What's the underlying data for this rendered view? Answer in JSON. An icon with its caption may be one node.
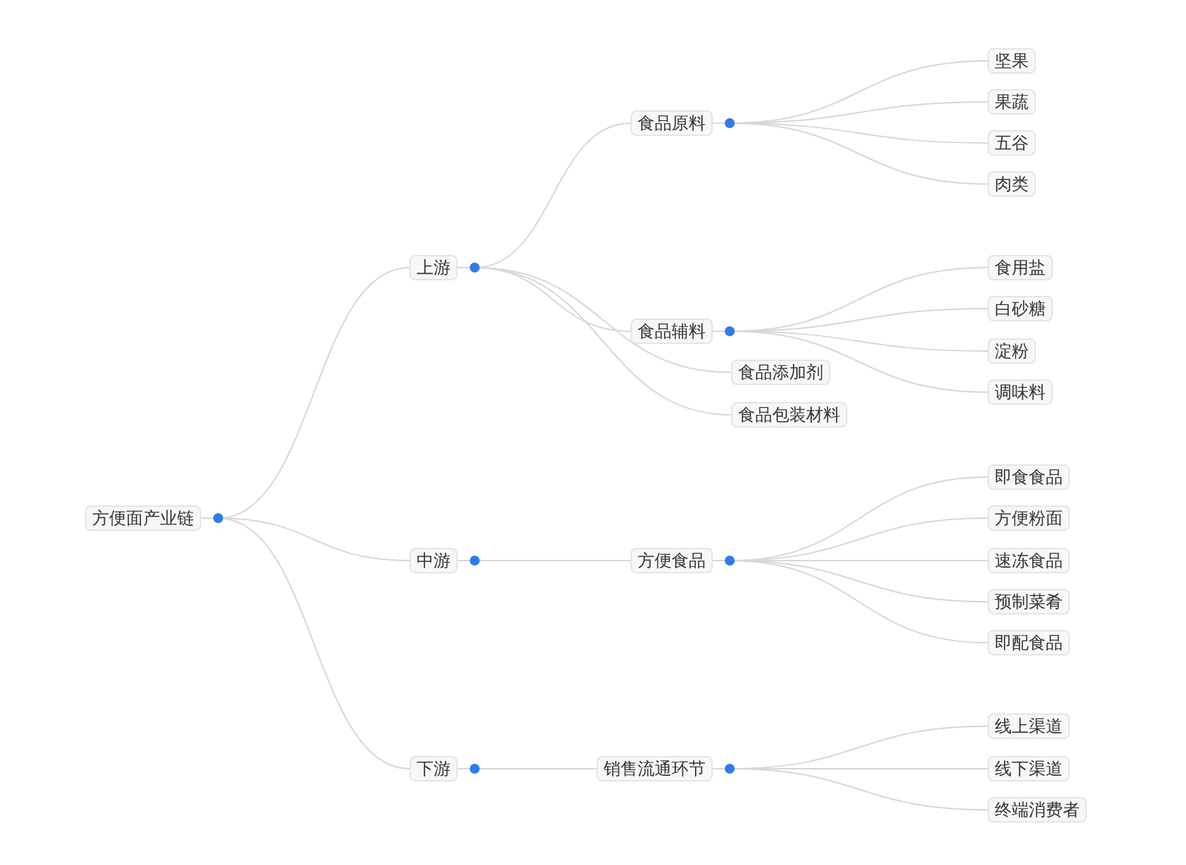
{
  "diagram": {
    "nodes": [
      {
        "text": [
          "方便面产业链"
        ]
      },
      {
        "text": [
          "上游"
        ]
      },
      {
        "text": [
          "食品原料"
        ]
      },
      {
        "text": [
          "坚果"
        ]
      },
      {
        "text": [
          "果蔬"
        ]
      },
      {
        "text": [
          "五谷"
        ]
      },
      {
        "text": [
          "肉类"
        ]
      },
      {
        "text": [
          "食品辅料"
        ]
      },
      {
        "text": [
          "食用盐"
        ]
      },
      {
        "text": [
          "白砂糖"
        ]
      },
      {
        "text": [
          "淀粉"
        ]
      },
      {
        "text": [
          "调味料"
        ]
      },
      {
        "text": [
          "食品添加剂"
        ]
      },
      {
        "text": [
          "食品包装材料"
        ]
      },
      {
        "text": [
          "中游"
        ]
      },
      {
        "text": [
          "方便食品"
        ]
      },
      {
        "text": [
          "即食食品"
        ]
      },
      {
        "text": [
          "方便粉面"
        ]
      },
      {
        "text": [
          "速冻食品"
        ]
      },
      {
        "text": [
          "预制菜肴"
        ]
      },
      {
        "text": [
          "即配食品"
        ]
      },
      {
        "text": [
          "下游"
        ]
      },
      {
        "text": [
          "销售流通环节"
        ]
      },
      {
        "text": [
          "线上渠道"
        ]
      },
      {
        "text": [
          "线下渠道"
        ]
      },
      {
        "text": [
          "终端消费者"
        ]
      }
    ],
    "edges": [
      {
        "from": 0,
        "to": 1,
        "arrow": "none"
      },
      {
        "from": 0,
        "to": 14,
        "arrow": "none"
      },
      {
        "from": 0,
        "to": 21,
        "arrow": "none"
      },
      {
        "from": 1,
        "to": 2,
        "arrow": "none"
      },
      {
        "from": 1,
        "to": 7,
        "arrow": "none"
      },
      {
        "from": 1,
        "to": 12,
        "arrow": "none"
      },
      {
        "from": 1,
        "to": 13,
        "arrow": "none"
      },
      {
        "from": 2,
        "to": 3,
        "arrow": "none"
      },
      {
        "from": 2,
        "to": 4,
        "arrow": "none"
      },
      {
        "from": 2,
        "to": 5,
        "arrow": "none"
      },
      {
        "from": 2,
        "to": 6,
        "arrow": "none"
      },
      {
        "from": 7,
        "to": 8,
        "arrow": "none"
      },
      {
        "from": 7,
        "to": 9,
        "arrow": "none"
      },
      {
        "from": 7,
        "to": 10,
        "arrow": "none"
      },
      {
        "from": 7,
        "to": 11,
        "arrow": "none"
      },
      {
        "from": 14,
        "to": 15,
        "arrow": "none"
      },
      {
        "from": 15,
        "to": 16,
        "arrow": "none"
      },
      {
        "from": 15,
        "to": 17,
        "arrow": "none"
      },
      {
        "from": 15,
        "to": 18,
        "arrow": "none"
      },
      {
        "from": 15,
        "to": 19,
        "arrow": "none"
      },
      {
        "from": 15,
        "to": 20,
        "arrow": "none"
      },
      {
        "from": 21,
        "to": 22,
        "arrow": "none"
      },
      {
        "from": 22,
        "to": 23,
        "arrow": "none"
      },
      {
        "from": 22,
        "to": 24,
        "arrow": "none"
      },
      {
        "from": 22,
        "to": 25,
        "arrow": "none"
      }
    ]
  }
}
